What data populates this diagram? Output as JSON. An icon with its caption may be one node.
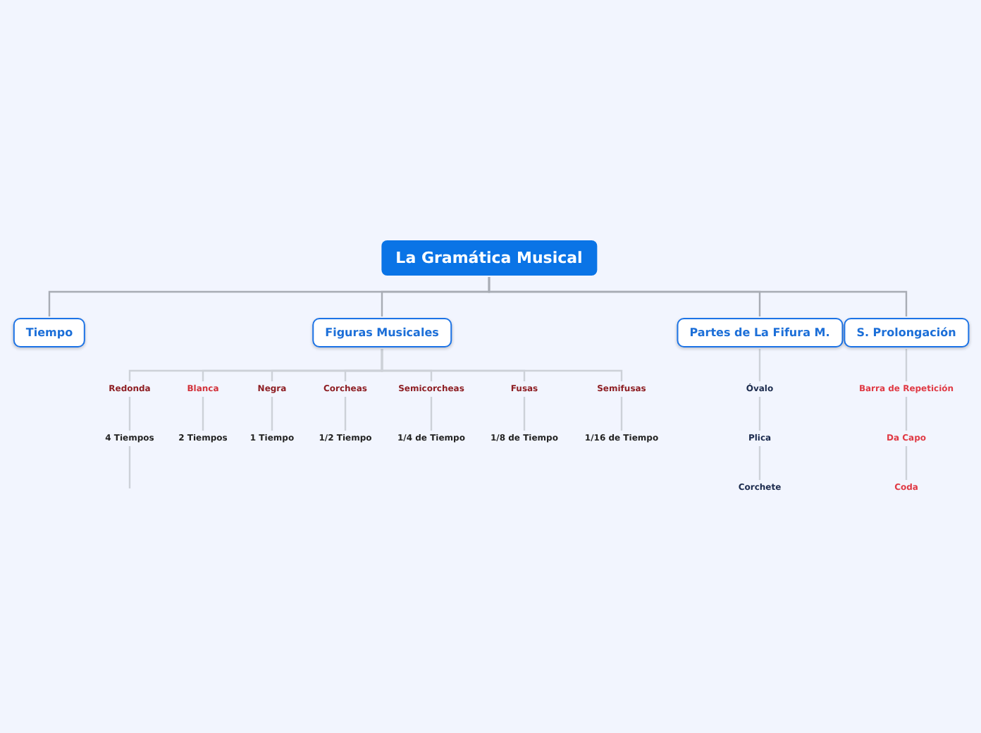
{
  "diagram": {
    "nodes": [
      {
        "text": [
          "La Gramática Musical"
        ]
      },
      {
        "text": [
          "Tiempo"
        ]
      },
      {
        "text": [
          "Figuras Musicales"
        ]
      },
      {
        "text": [
          "Partes de La Fifura M."
        ]
      },
      {
        "text": [
          "S. Prolongación"
        ]
      },
      {
        "text": [
          "Redonda"
        ]
      },
      {
        "text": [
          "Blanca"
        ]
      },
      {
        "text": [
          "Negra"
        ]
      },
      {
        "text": [
          "Corcheas"
        ]
      },
      {
        "text": [
          "Semicorcheas"
        ]
      },
      {
        "text": [
          "Fusas"
        ]
      },
      {
        "text": [
          "Semifusas"
        ]
      },
      {
        "text": [
          "4 Tiempos"
        ]
      },
      {
        "text": [
          "2 Tiempos"
        ]
      },
      {
        "text": [
          "1 Tiempo"
        ]
      },
      {
        "text": [
          "1/2 Tiempo"
        ]
      },
      {
        "text": [
          "1/4 de Tiempo"
        ]
      },
      {
        "text": [
          "1/8 de Tiempo"
        ]
      },
      {
        "text": [
          "1/16 de Tiempo"
        ]
      },
      {
        "text": [
          "Óvalo"
        ]
      },
      {
        "text": [
          "Plica"
        ]
      },
      {
        "text": [
          "Corchete"
        ]
      },
      {
        "text": [
          "Barra de Repetición"
        ]
      },
      {
        "text": [
          "Da Capo"
        ]
      },
      {
        "text": [
          "Coda"
        ]
      }
    ],
    "edges": [
      {
        "from": 0,
        "to": 1,
        "arrow": "none"
      },
      {
        "from": 0,
        "to": 2,
        "arrow": "none"
      },
      {
        "from": 0,
        "to": 3,
        "arrow": "none"
      },
      {
        "from": 0,
        "to": 4,
        "arrow": "none"
      },
      {
        "from": 2,
        "to": 5,
        "arrow": "none"
      },
      {
        "from": 2,
        "to": 6,
        "arrow": "none"
      },
      {
        "from": 2,
        "to": 7,
        "arrow": "none"
      },
      {
        "from": 2,
        "to": 8,
        "arrow": "none"
      },
      {
        "from": 2,
        "to": 9,
        "arrow": "none"
      },
      {
        "from": 2,
        "to": 10,
        "arrow": "none"
      },
      {
        "from": 2,
        "to": 11,
        "arrow": "none"
      },
      {
        "from": 5,
        "to": 12,
        "arrow": "none"
      },
      {
        "from": 6,
        "to": 13,
        "arrow": "none"
      },
      {
        "from": 7,
        "to": 14,
        "arrow": "none"
      },
      {
        "from": 8,
        "to": 15,
        "arrow": "none"
      },
      {
        "from": 9,
        "to": 16,
        "arrow": "none"
      },
      {
        "from": 10,
        "to": 17,
        "arrow": "none"
      },
      {
        "from": 11,
        "to": 18,
        "arrow": "none"
      },
      {
        "from": 12,
        "to": null,
        "arrow": "none"
      },
      {
        "from": 3,
        "to": 19,
        "arrow": "none"
      },
      {
        "from": 19,
        "to": 20,
        "arrow": "none"
      },
      {
        "from": 20,
        "to": 21,
        "arrow": "none"
      },
      {
        "from": 4,
        "to": 22,
        "arrow": "none"
      },
      {
        "from": 22,
        "to": 23,
        "arrow": "none"
      },
      {
        "from": 23,
        "to": 24,
        "arrow": "none"
      }
    ]
  }
}
